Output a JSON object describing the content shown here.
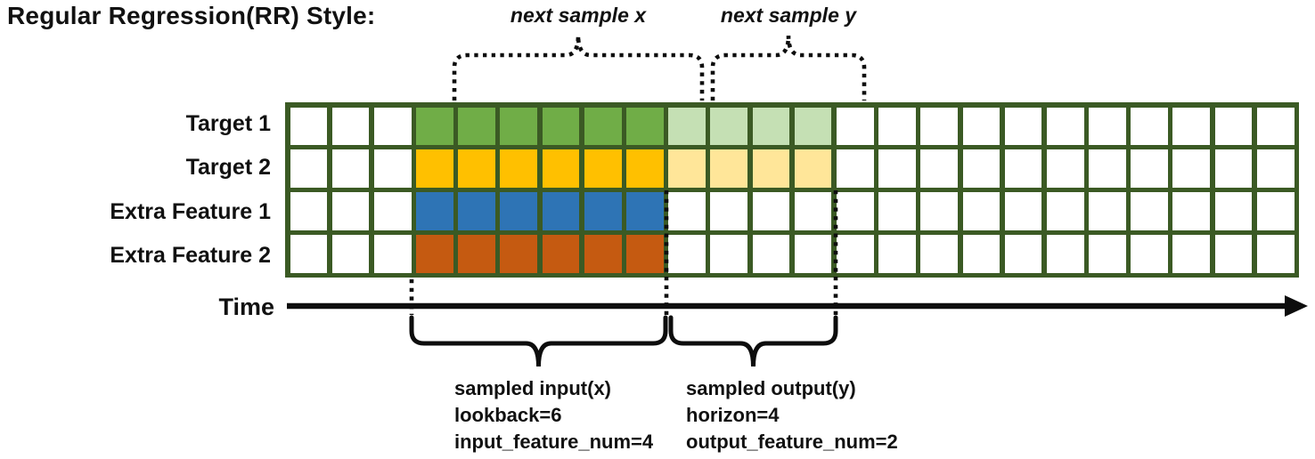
{
  "title": "Regular Regression(RR) Style:",
  "time_axis_label": "Time",
  "braces": {
    "next_sample_x_label": "next sample x",
    "next_sample_y_label": "next sample y"
  },
  "sample_annotations": {
    "input_lines": [
      "sampled input(x)",
      "lookback=6",
      "input_feature_num=4"
    ],
    "output_lines": [
      "sampled output(y)",
      "horizon=4",
      "output_feature_num=2"
    ]
  },
  "grid": {
    "columns": 24,
    "lead_empty_columns": 3,
    "lookback": 6,
    "horizon": 4,
    "border_color": "#3B5A24",
    "empty_cell_color": "#FFFFFF",
    "rows": [
      {
        "label": "Target 1",
        "input_color": "#70AD47",
        "output_color": "#C5E0B4",
        "in_output": true
      },
      {
        "label": "Target 2",
        "input_color": "#FFC000",
        "output_color": "#FFE699",
        "in_output": true
      },
      {
        "label": "Extra Feature 1",
        "input_color": "#2E74B5",
        "output_color": null,
        "in_output": false
      },
      {
        "label": "Extra Feature 2",
        "input_color": "#C55A11",
        "output_color": null,
        "in_output": false
      }
    ]
  },
  "line_color": "#0d0d0d"
}
